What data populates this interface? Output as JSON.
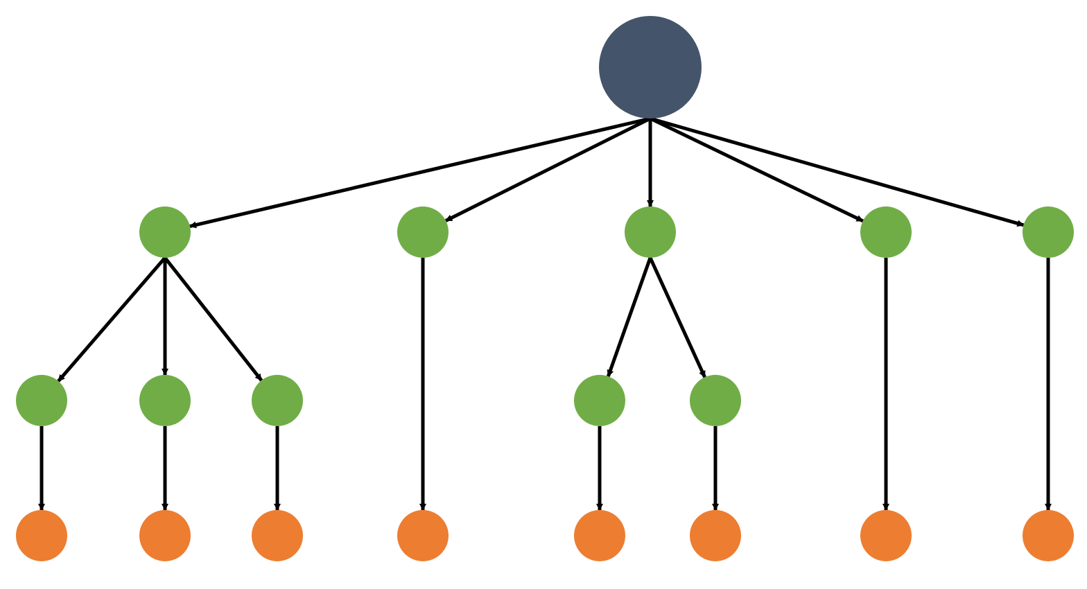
{
  "colors": {
    "background": "#ffffff",
    "root": "#44546a",
    "internal": "#70ad47",
    "leaf": "#ed7d31",
    "edge": "#000000"
  },
  "tree": {
    "id": "root",
    "level": "root",
    "children": [
      {
        "id": "a",
        "level": "internal",
        "children": [
          {
            "id": "a1",
            "level": "internal",
            "children": [
              {
                "id": "a1-leaf",
                "level": "leaf",
                "children": []
              }
            ]
          },
          {
            "id": "a2",
            "level": "internal",
            "children": [
              {
                "id": "a2-leaf",
                "level": "leaf",
                "children": []
              }
            ]
          },
          {
            "id": "a3",
            "level": "internal",
            "children": [
              {
                "id": "a3-leaf",
                "level": "leaf",
                "children": []
              }
            ]
          }
        ]
      },
      {
        "id": "b",
        "level": "internal",
        "children": [
          {
            "id": "b-leaf",
            "level": "leaf",
            "children": []
          }
        ]
      },
      {
        "id": "c",
        "level": "internal",
        "children": [
          {
            "id": "c1",
            "level": "internal",
            "children": [
              {
                "id": "c1-leaf",
                "level": "leaf",
                "children": []
              }
            ]
          },
          {
            "id": "c2",
            "level": "internal",
            "children": [
              {
                "id": "c2-leaf",
                "level": "leaf",
                "children": []
              }
            ]
          }
        ]
      },
      {
        "id": "d",
        "level": "internal",
        "children": [
          {
            "id": "d-leaf",
            "level": "leaf",
            "children": []
          }
        ]
      },
      {
        "id": "e",
        "level": "internal",
        "children": [
          {
            "id": "e-leaf",
            "level": "leaf",
            "children": []
          }
        ]
      }
    ]
  }
}
